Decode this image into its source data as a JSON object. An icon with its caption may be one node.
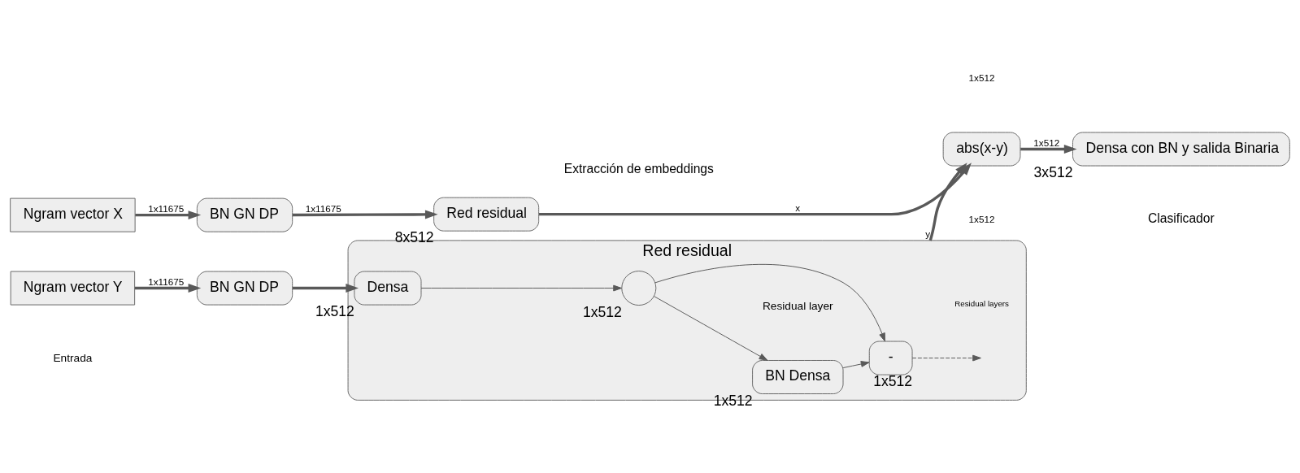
{
  "diagram": {
    "nodes": [
      {
        "text": [
          "Ngram vector X"
        ]
      },
      {
        "text": [
          "BN GN DP"
        ]
      },
      {
        "text": [
          "Red residual"
        ],
        "beside": [
          "8x512"
        ]
      },
      {
        "text": [
          "abs(x-y)"
        ]
      },
      {
        "text": [
          "Densa con BN y salida Binaria"
        ],
        "beside": [
          "3x512"
        ]
      },
      {
        "text": [
          "Ngram vector Y"
        ]
      },
      {
        "text": [
          "BN GN DP"
        ]
      },
      {
        "text": [
          "Red residual"
        ]
      },
      {
        "text": [
          "Densa"
        ],
        "in": 7,
        "beside": [
          "1x512"
        ]
      },
      {
        "text": [],
        "shape": "circle",
        "in": 7,
        "beside": [
          "1x512"
        ]
      },
      {
        "text": [
          "BN Densa"
        ],
        "in": 7,
        "beside": [
          "1x512"
        ]
      },
      {
        "text": [
          "-"
        ],
        "in": 7,
        "beside": [
          "1x512"
        ]
      }
    ],
    "edges": [
      {
        "from": 0,
        "to": 1,
        "arrow": "to",
        "label": "1x11675"
      },
      {
        "from": 1,
        "to": 2,
        "arrow": "to",
        "label": "1x11675"
      },
      {
        "from": 2,
        "to": 3,
        "arrow": "to",
        "label": "x"
      },
      {
        "from": 3,
        "to": 4,
        "arrow": "to",
        "label": "1x512"
      },
      {
        "from": 5,
        "to": 6,
        "arrow": "to",
        "label": "1x11675"
      },
      {
        "from": 6,
        "to": 8,
        "arrow": "to"
      },
      {
        "from": 8,
        "to": 9,
        "arrow": "to"
      },
      {
        "from": 9,
        "to": 10,
        "arrow": "to"
      },
      {
        "from": 10,
        "to": 11,
        "arrow": "to"
      },
      {
        "from": 9,
        "to": 11,
        "arrow": "to"
      },
      {
        "from": 11,
        "to": null,
        "arrow": "to",
        "style": "dashed"
      },
      {
        "from": 7,
        "to": 3,
        "arrow": "to",
        "label": "y"
      }
    ],
    "labels": [
      "1x512",
      "1x512",
      "Residual layer",
      "Residual layers",
      "Entrada",
      "Extracción de embeddings",
      "Clasificador"
    ]
  }
}
